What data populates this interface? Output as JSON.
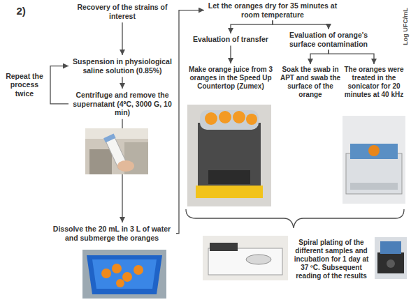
{
  "diagram": {
    "nodes": [
      {
        "text": [
          "Recovery of the strains of interest"
        ]
      },
      {
        "text": [
          "Suspension in physiological saline solution (0.85%)"
        ]
      },
      {
        "text": [
          "Centrifuge and remove the supernatant (4ºC, 3000 G, 10 min)"
        ]
      },
      {
        "text": [
          "Dissolve the 20 mL in 3 L of water and submerge the oranges"
        ]
      },
      {
        "text": [
          "Let the oranges dry for 35 minutes at room temperature"
        ]
      },
      {
        "text": [
          "Evaluation of transfer"
        ]
      },
      {
        "text": [
          "Evaluation of orange's surface contamination"
        ]
      },
      {
        "text": [
          "Make orange juice from 3 oranges in the Speed Up Countertop (Zumex)"
        ]
      },
      {
        "text": [
          "Soak the swab in APT and swab the surface of the orange"
        ]
      },
      {
        "text": [
          "The oranges were treated in the sonicator for 20 minutes at 40 kHz"
        ]
      },
      {
        "text": [
          "Spiral plating of the different samples and incubation for 1 day at 37 ºC. Subsequent reading of the results"
        ]
      }
    ],
    "edges": [
      {
        "from": 0,
        "to": 1,
        "arrow": "to"
      },
      {
        "from": 1,
        "to": 2,
        "arrow": "to"
      },
      {
        "from": 2,
        "to": 1,
        "label": "Repeat the process twice",
        "arrow": "to"
      },
      {
        "from": 2,
        "to": 3,
        "arrow": "to"
      },
      {
        "from": 3,
        "to": 4,
        "arrow": "to"
      },
      {
        "from": 4,
        "to": 5,
        "arrow": "to"
      },
      {
        "from": 4,
        "to": 6,
        "arrow": "to"
      },
      {
        "from": 5,
        "to": 7,
        "arrow": "to"
      },
      {
        "from": 6,
        "to": 8,
        "arrow": "to"
      },
      {
        "from": 6,
        "to": 9,
        "arrow": "to"
      }
    ],
    "labels": [
      "2)",
      "Log UFC/mL"
    ]
  }
}
